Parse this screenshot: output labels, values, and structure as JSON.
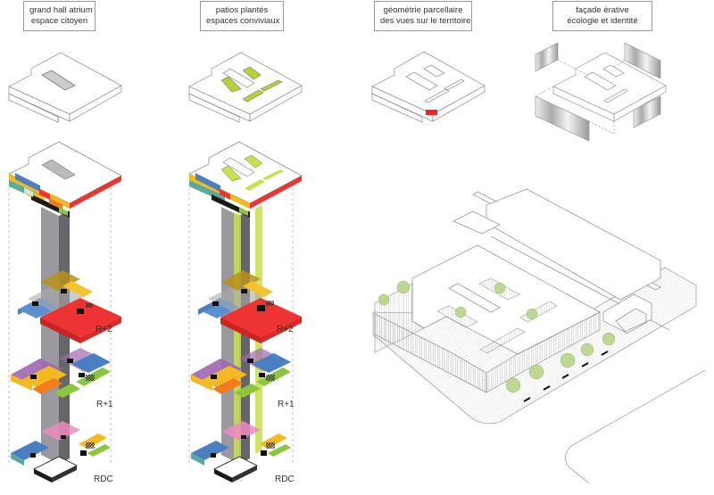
{
  "concepts": [
    {
      "line1": "grand hall atrium",
      "line2": "espace citoyen"
    },
    {
      "line1": "patios plantés",
      "line2": "espaces conviviaux"
    },
    {
      "line1": "géométrie parcellaire",
      "line2": "des vues sur le territoire"
    },
    {
      "line1": "façade érative",
      "line2": "écologie et identité"
    }
  ],
  "levels": {
    "left": [
      "R+2",
      "R+1",
      "RDC"
    ],
    "right": [
      "R+2",
      "R+1",
      "RDC"
    ]
  },
  "colors": {
    "red": "#ee3333",
    "blue": "#4a7fc1",
    "yellow": "#f4b820",
    "green": "#8cc63f",
    "lime": "#c8e04a",
    "purple": "#a066b0",
    "pink": "#ee8ac0",
    "orange": "#f47a20",
    "teal": "#5aa8a0",
    "grey": "#8a8a92",
    "black": "#1a1a1a",
    "tree": "#9cc070"
  }
}
